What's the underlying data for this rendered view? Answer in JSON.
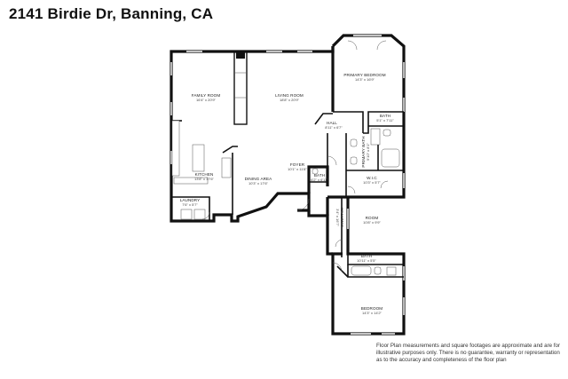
{
  "header": {
    "title": "2141 Birdie Dr, Banning, CA"
  },
  "rooms": {
    "family_room": {
      "name": "FAMILY ROOM",
      "dims": "16'4\" x 20'9\""
    },
    "living_room": {
      "name": "LIVING ROOM",
      "dims": "18'8\" x 20'9\""
    },
    "primary_bedroom": {
      "name": "PRIMARY BEDROOM",
      "dims": "14'3\" x 16'9\""
    },
    "hall": {
      "name": "HALL",
      "dims": "8'11\" x 6'7\""
    },
    "bath_primary": {
      "name": "BATH",
      "dims": "5'1\" x 7'11\""
    },
    "primary_bath": {
      "name": "PRIMARY BATH",
      "dims": "9'10\" x 8'1\""
    },
    "wic": {
      "name": "W.I.C",
      "dims": "10'3\" x 5'7\""
    },
    "kitchen": {
      "name": "KITCHEN",
      "dims": "13'8\" x 17'6\""
    },
    "dining_area": {
      "name": "DINING AREA",
      "dims": "10'3\" x 17'6\""
    },
    "foyer": {
      "name": "FOYER",
      "dims": "10'1\" x 11'8\""
    },
    "bath_foyer": {
      "name": "BATH",
      "dims": "6'2\" x 6'11\""
    },
    "laundry": {
      "name": "LAUNDRY",
      "dims": "7'6\" x 5'7\""
    },
    "hallway": {
      "name": "HALLWAY",
      "dims": "3'4\" x 16'7\""
    },
    "room": {
      "name": "ROOM",
      "dims": "10'8\" x 9'9\""
    },
    "bath_bedroom": {
      "name": "BATH",
      "dims": "10'11\" x 5'5\""
    },
    "bedroom": {
      "name": "BEDROOM",
      "dims": "14'3\" x 14'2\""
    }
  },
  "disclaimer": {
    "text": "Floor Plan measurements and square footages are approximate and are for illustrative purposes only. There is no guarantee, warranty or representation as to the accuracy and completeness of the floor plan"
  }
}
